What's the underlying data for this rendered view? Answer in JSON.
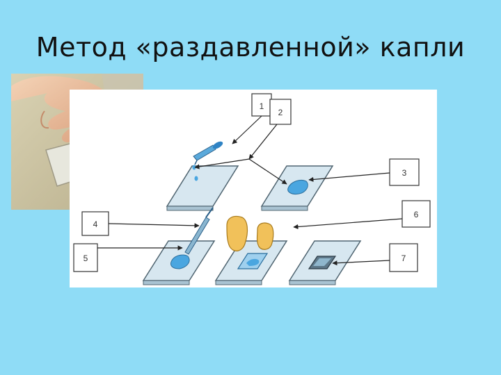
{
  "slide": {
    "title": "Метод «раздавленной» капли"
  },
  "diagram": {
    "labels": [
      "1",
      "2",
      "3",
      "4",
      "5",
      "6",
      "7"
    ]
  },
  "colors": {
    "background": "#8fdcf6",
    "slide_glass": "#d7e7f0",
    "liquid_drop": "#4aa6e0",
    "finger": "#f1c15a"
  }
}
